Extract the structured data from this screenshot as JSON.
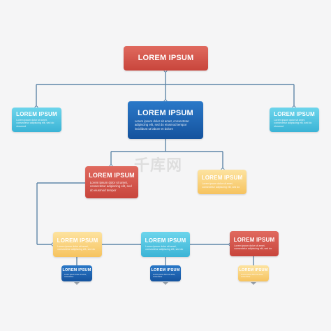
{
  "diagram": {
    "root": {
      "title": "LOREM IPSUM",
      "color": "#d2524a"
    },
    "left_branch": {
      "title": "LOREM IPSUM",
      "body": "Lorem ipsum dolor sit amet, consectetur adipiscing elit, sed do eiusmod",
      "color": "#4fc3e0"
    },
    "right_branch": {
      "title": "LOREM IPSUM",
      "body": "Lorem ipsum dolor sit amet, consectetur adipiscing elit, sed do eiusmod",
      "color": "#4fc3e0"
    },
    "center": {
      "title": "LOREM IPSUM",
      "body": "Lorem ipsum dolor sit amet, consectetur adipiscing elit, sed do eiusmod tempor incididunt ut labore et dolore",
      "color": "#1c63b4"
    },
    "level2_red": {
      "title": "LOREM IPSUM",
      "body": "Lorem ipsum dolor sit amet, consectetur adipiscing elit, sed do eiusmod tempor",
      "color": "#d2524a"
    },
    "level2_yellow": {
      "title": "LOREM IPSUM",
      "body": "Lorem ipsum dolor sit amet, consectetur adipiscing elit, sed do",
      "color": "#f8cd73"
    },
    "bottom_row": [
      {
        "title": "LOREM IPSUM",
        "body": "Lorem ipsum dolor sit amet, consectetur adipiscing elit, sed do",
        "color": "#f8cd73",
        "child": {
          "title": "LOREM IPSUM",
          "body": "Lorem ipsum dolor sit amet, consectetur",
          "color": "#1f73c6"
        }
      },
      {
        "title": "LOREM IPSUM",
        "body": "Lorem ipsum dolor sit amet, consectetur adipiscing elit, sed do",
        "color": "#4fc3e0",
        "child": {
          "title": "LOREM IPSUM",
          "body": "Lorem ipsum dolor sit amet, consectetur",
          "color": "#1f73c6"
        }
      },
      {
        "title": "LOREM IPSUM",
        "body": "Lorem ipsum dolor sit amet, consectetur adipiscing elit, sed do",
        "color": "#d2524a",
        "child": {
          "title": "LOREM IPSUM",
          "body": "Lorem ipsum dolor sit amet, consectetur",
          "color": "#f8cd73"
        }
      }
    ]
  },
  "watermark": {
    "text": "千库网"
  }
}
